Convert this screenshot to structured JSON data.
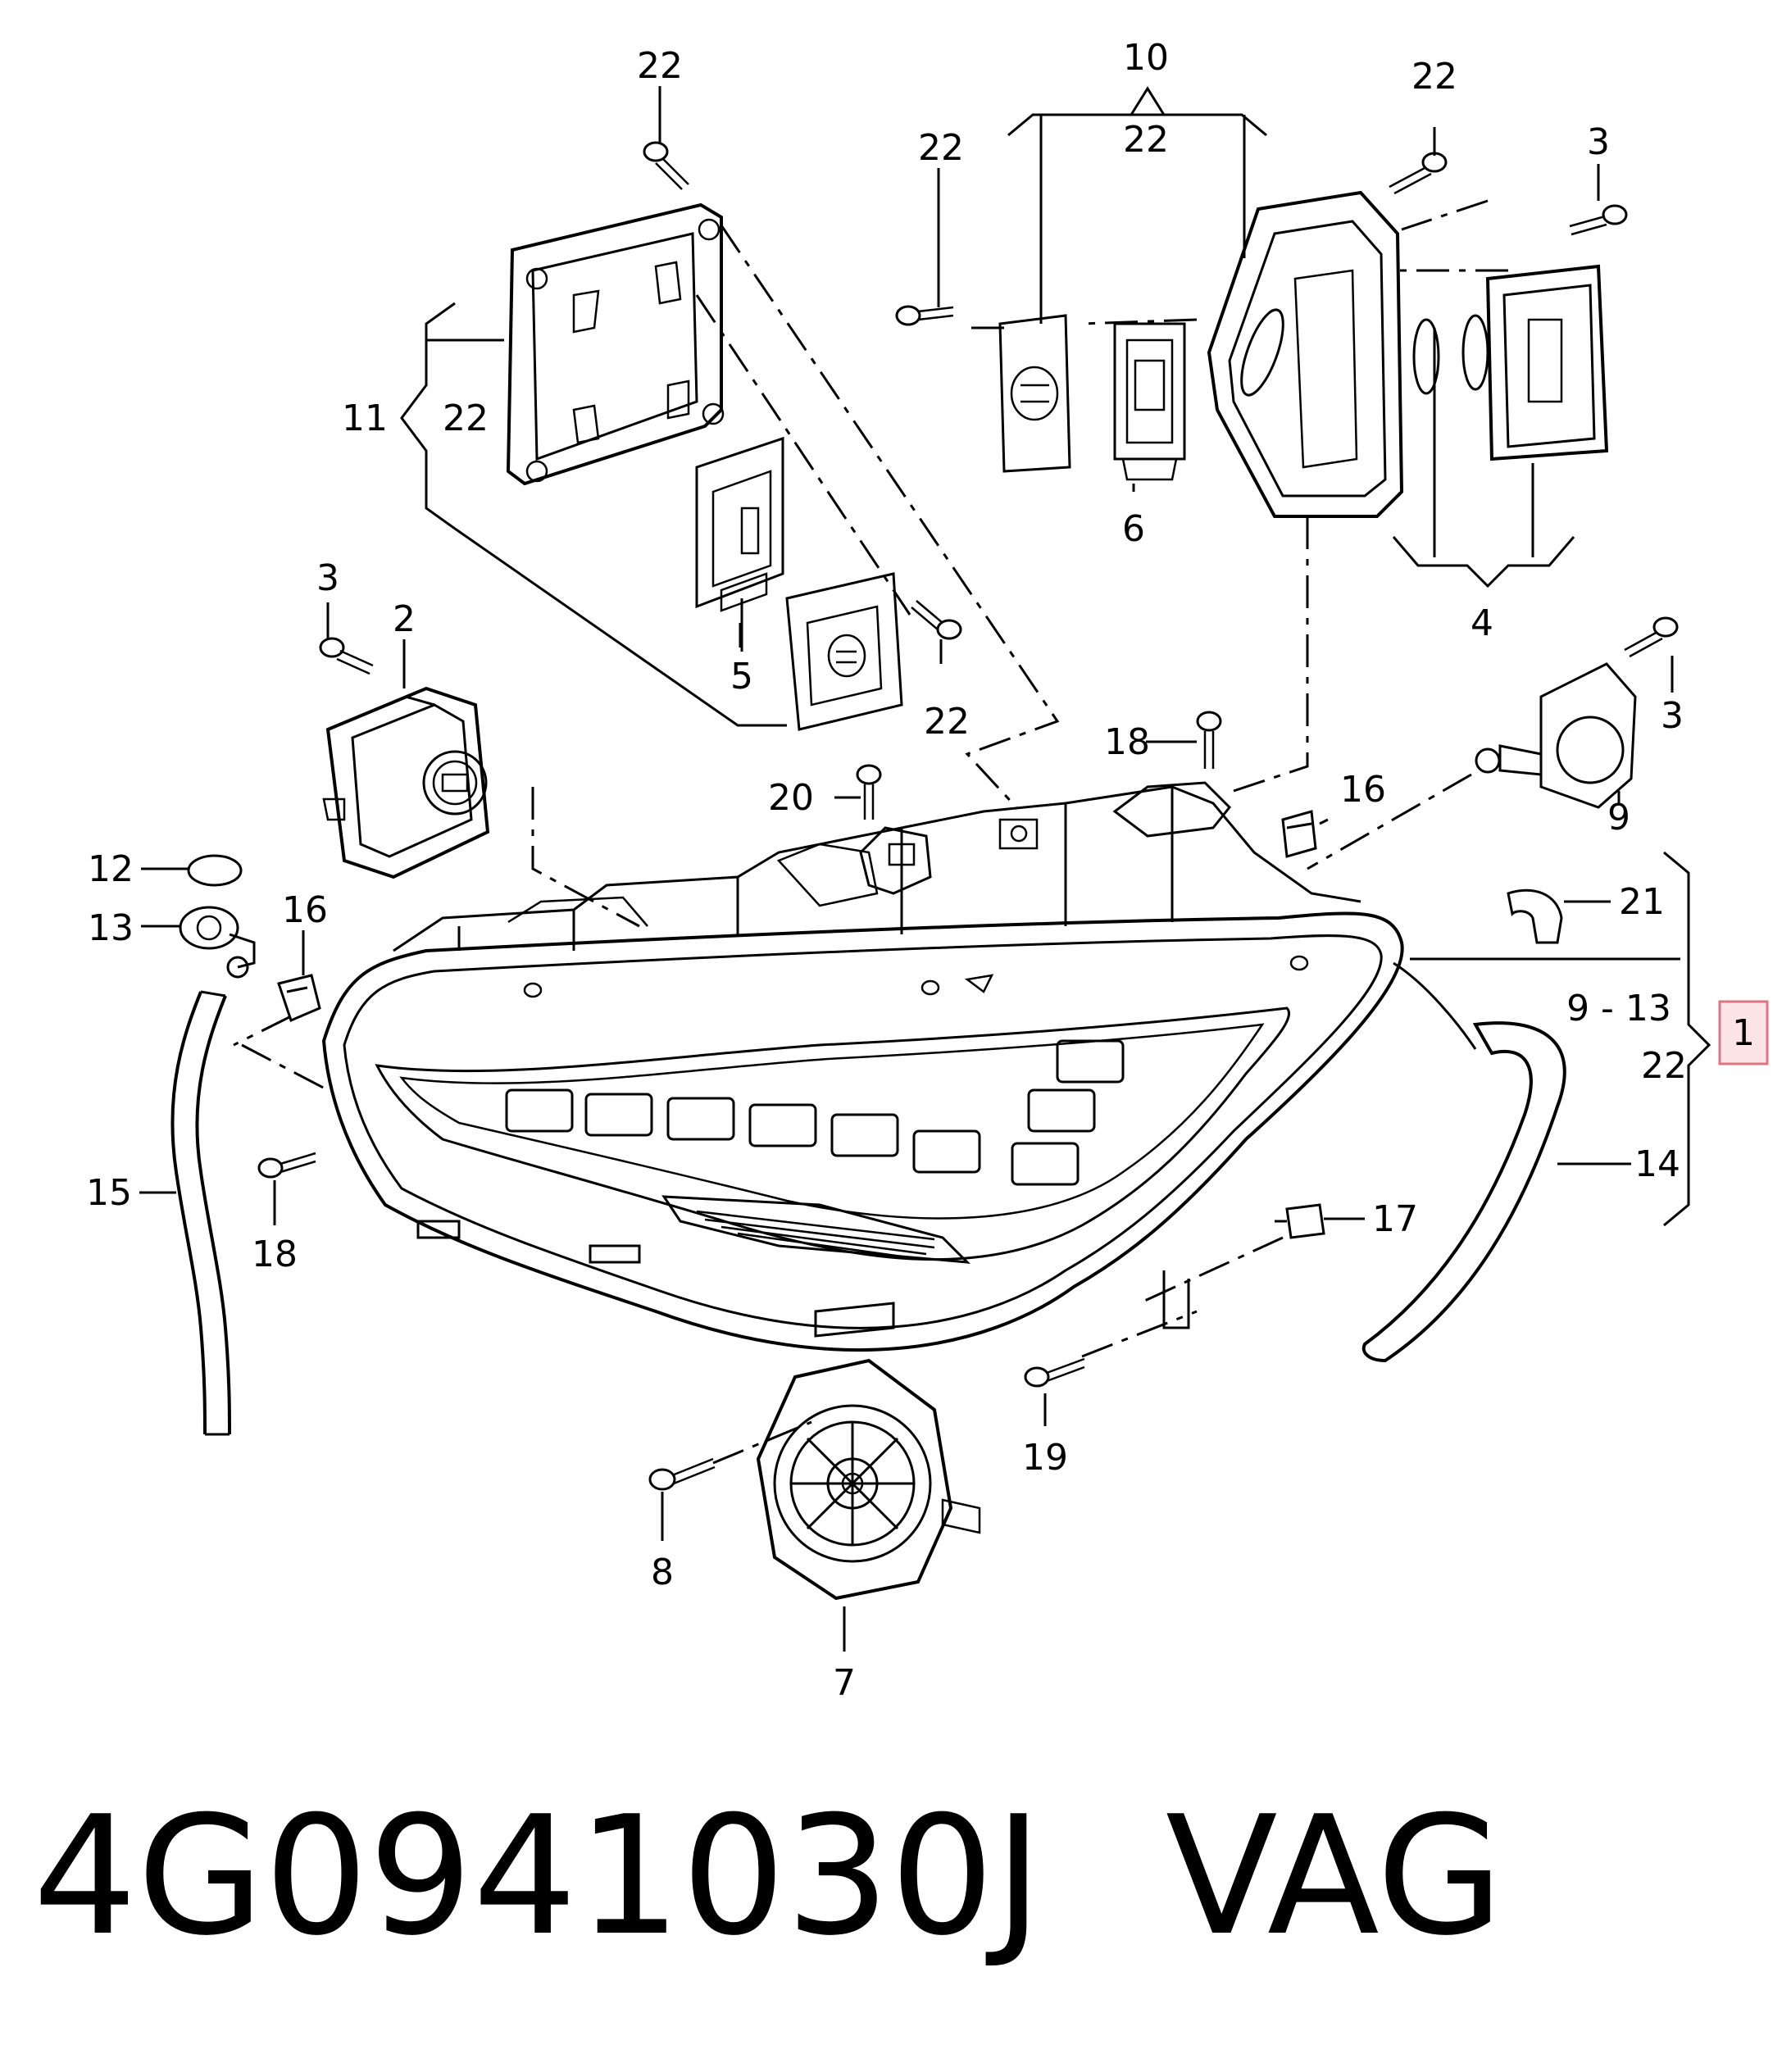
{
  "callouts": {
    "c1": "1",
    "c2": "2",
    "c3a": "3",
    "c3b": "3",
    "c3c": "3",
    "c4": "4",
    "c5": "5",
    "c6": "6",
    "c7": "7",
    "c8": "8",
    "c9": "9",
    "c9_13": "9 - 13",
    "c10": "10",
    "c11": "11",
    "c12": "12",
    "c13": "13",
    "c14": "14",
    "c15": "15",
    "c16a": "16",
    "c16b": "16",
    "c17": "17",
    "c18a": "18",
    "c18b": "18",
    "c19": "19",
    "c20": "20",
    "c21": "21",
    "c22_top": "22",
    "c22_10": "22",
    "c22_left": "22",
    "c22_right": "22",
    "c22_11": "22",
    "c22_5": "22",
    "c22_1": "22"
  },
  "footer": {
    "part_number": "4G0941030J",
    "brand": "VAG"
  },
  "colors": {
    "ink": "#000000",
    "highlight_fill": "#fde4e6",
    "highlight_stroke": "#e07480"
  }
}
